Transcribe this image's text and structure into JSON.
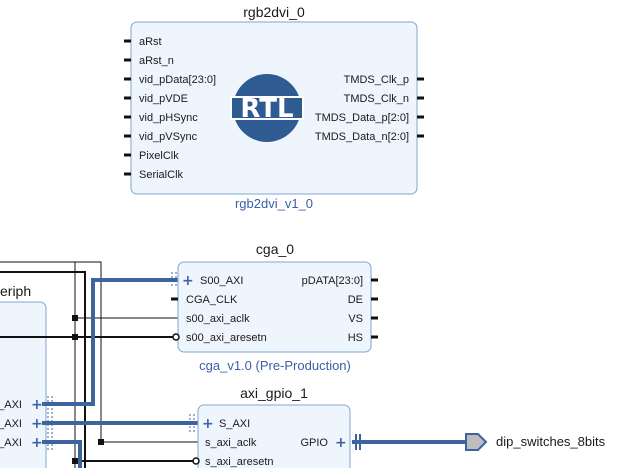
{
  "colors": {
    "block_fill": "#eef5fd",
    "block_border": "#7fa6cf",
    "bus": "#3e64a0",
    "rtl_logo": "#2f5b93",
    "subtitle": "#3b5ea8"
  },
  "rgb2dvi": {
    "name": "rgb2dvi_0",
    "version": "rgb2dvi_v1_0",
    "logo_text": "RTL",
    "inputs": [
      "aRst",
      "aRst_n",
      "vid_pData[23:0]",
      "vid_pVDE",
      "vid_pHSync",
      "vid_pVSync",
      "PixelClk",
      "SerialClk"
    ],
    "outputs": [
      "TMDS_Clk_p",
      "TMDS_Clk_n",
      "TMDS_Data_p[2:0]",
      "TMDS_Data_n[2:0]"
    ]
  },
  "cga": {
    "name": "cga_0",
    "version": "cga_v1.0 (Pre-Production)",
    "inputs": [
      "S00_AXI",
      "CGA_CLK",
      "s00_axi_aclk",
      "s00_axi_aresetn"
    ],
    "outputs": [
      "pDATA[23:0]",
      "DE",
      "VS",
      "HS"
    ]
  },
  "gpio": {
    "name": "axi_gpio_1",
    "inputs": [
      "S_AXI",
      "s_axi_aclk",
      "s_axi_aresetn"
    ],
    "outputs": [
      "GPIO"
    ]
  },
  "periph": {
    "name_fragment": "eriph",
    "ports": [
      "_AXI",
      "_AXI",
      "_AXI"
    ]
  },
  "external_port": {
    "name": "dip_switches_8bits"
  }
}
